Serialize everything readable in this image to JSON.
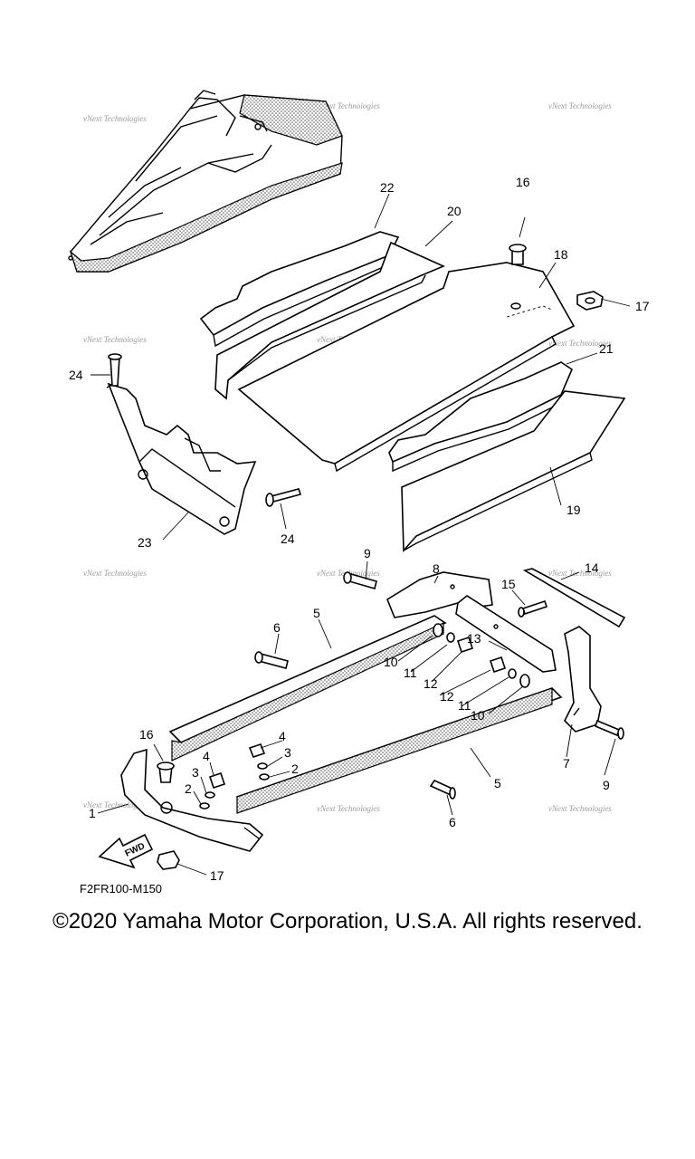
{
  "diagram": {
    "figure_code": "F2FR100-M150",
    "fwd_label": "FWD",
    "watermark": "vNext Technologies",
    "callouts": [
      {
        "id": "c22",
        "text": "22"
      },
      {
        "id": "c20",
        "text": "20"
      },
      {
        "id": "c16a",
        "text": "16"
      },
      {
        "id": "c18",
        "text": "18"
      },
      {
        "id": "c17a",
        "text": "17"
      },
      {
        "id": "c21",
        "text": "21"
      },
      {
        "id": "c24a",
        "text": "24"
      },
      {
        "id": "c24b",
        "text": "24"
      },
      {
        "id": "c23",
        "text": "23"
      },
      {
        "id": "c19",
        "text": "19"
      },
      {
        "id": "c9a",
        "text": "9"
      },
      {
        "id": "c8",
        "text": "8"
      },
      {
        "id": "c14",
        "text": "14"
      },
      {
        "id": "c15",
        "text": "15"
      },
      {
        "id": "c5a",
        "text": "5"
      },
      {
        "id": "c6a",
        "text": "6"
      },
      {
        "id": "c10a",
        "text": "10"
      },
      {
        "id": "c11a",
        "text": "11"
      },
      {
        "id": "c12a",
        "text": "12"
      },
      {
        "id": "c13",
        "text": "13"
      },
      {
        "id": "c12b",
        "text": "12"
      },
      {
        "id": "c11b",
        "text": "11"
      },
      {
        "id": "c10b",
        "text": "10"
      },
      {
        "id": "c4a",
        "text": "4"
      },
      {
        "id": "c3a",
        "text": "3"
      },
      {
        "id": "c2a",
        "text": "2"
      },
      {
        "id": "c16b",
        "text": "16"
      },
      {
        "id": "c4b",
        "text": "4"
      },
      {
        "id": "c3b",
        "text": "3"
      },
      {
        "id": "c2b",
        "text": "2"
      },
      {
        "id": "c7",
        "text": "7"
      },
      {
        "id": "c5b",
        "text": "5"
      },
      {
        "id": "c9b",
        "text": "9"
      },
      {
        "id": "c1",
        "text": "1"
      },
      {
        "id": "c6b",
        "text": "6"
      },
      {
        "id": "c17b",
        "text": "17"
      }
    ]
  },
  "footer": {
    "copyright": "©2020 Yamaha Motor Corporation, U.S.A. All rights reserved."
  }
}
